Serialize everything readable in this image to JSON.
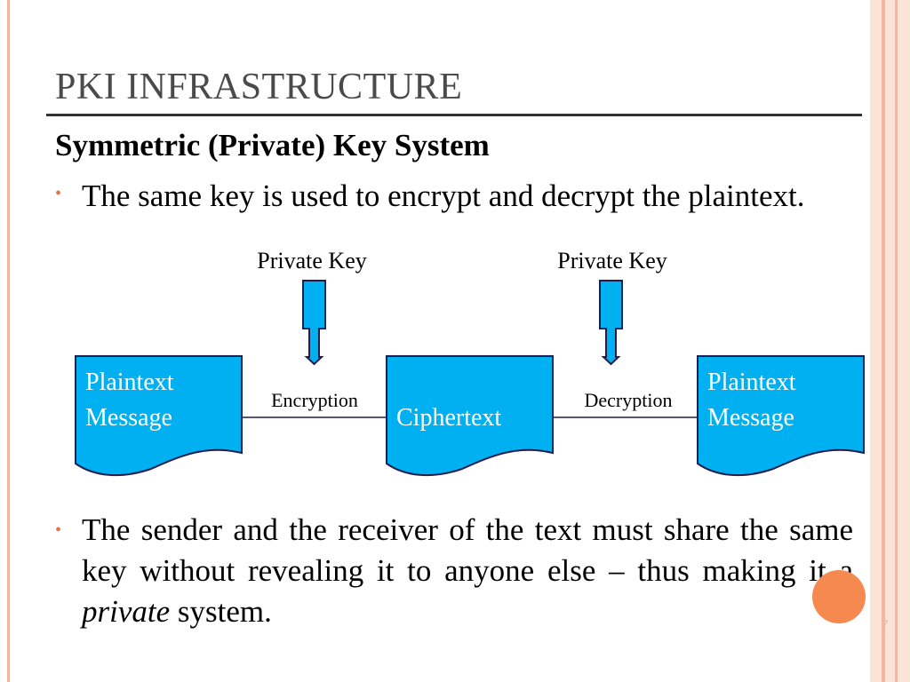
{
  "slide": {
    "title": "PKI INFRASTRUCTURE",
    "heading": "Symmetric (Private) Key System",
    "bullet_symbol": "•",
    "bullet1": "The same key is used to encrypt and decrypt the plaintext.",
    "bullet2": {
      "before": "The sender and the receiver of the text must share the same key without revealing it to anyone else – thus making it a ",
      "emphasis": "private",
      "after": " system."
    },
    "page_number": "7"
  },
  "diagram": {
    "key_label_left": "Private Key",
    "key_label_right": "Private Key",
    "doc_left_line1": "Plaintext",
    "doc_left_line2": "Message",
    "doc_middle": "Ciphertext",
    "doc_right_line1": "Plaintext",
    "doc_right_line2": "Message",
    "edge_left": "Encryption",
    "edge_right": "Decryption",
    "colors": {
      "shape_fill": "#00b0f0",
      "shape_stroke": "#1f1f4f",
      "accent": "#f5894f"
    }
  }
}
